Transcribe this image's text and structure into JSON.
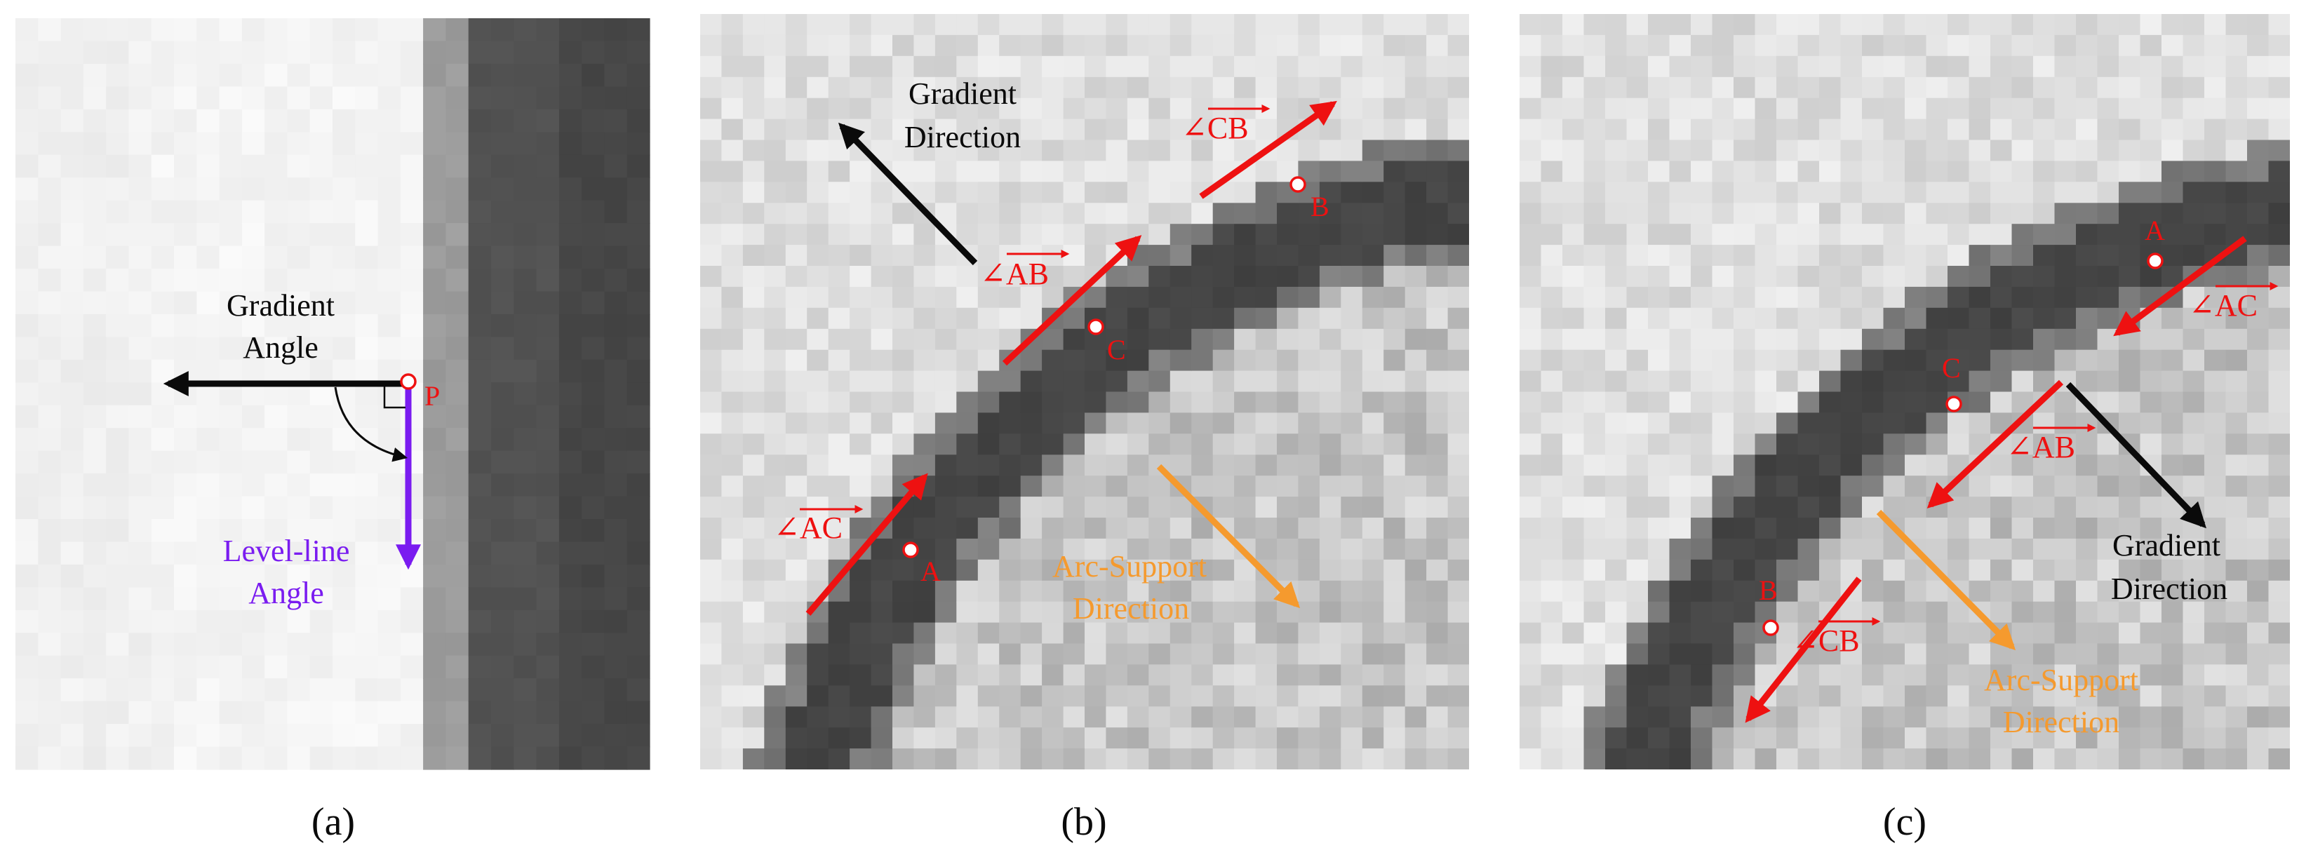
{
  "colors": {
    "red": "#ee1111",
    "black": "#0a0a0a",
    "orange": "#f59a2e",
    "purple": "#7a1cf0",
    "marker_fill": "#ffffff"
  },
  "panels": [
    {
      "caption": "(a)",
      "gradient_label": [
        "Gradient",
        "Angle"
      ],
      "point_label": "P",
      "levelline_label": [
        "Level-line",
        "Angle"
      ]
    },
    {
      "caption": "(b)",
      "gradient_label": [
        "Gradient",
        "Direction"
      ],
      "arc_label": [
        "Arc-Support",
        "Direction"
      ],
      "points": [
        "A",
        "B",
        "C"
      ],
      "vector_labels": {
        "ac": "∠AC",
        "ab": "∠AB",
        "cb": "∠CB"
      }
    },
    {
      "caption": "(c)",
      "gradient_label": [
        "Gradient",
        "Direction"
      ],
      "arc_label": [
        "Arc-Support",
        "Direction"
      ],
      "points": [
        "A",
        "B",
        "C"
      ],
      "vector_labels": {
        "ac": "∠AC",
        "ab": "∠AB",
        "cb": "∠CB"
      }
    }
  ]
}
